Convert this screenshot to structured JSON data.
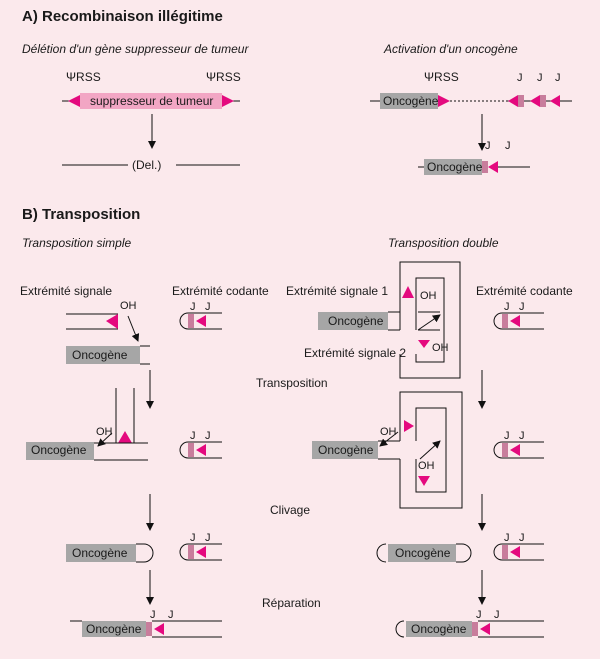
{
  "section_a": {
    "title": "A) Recombinaison illégitime",
    "left_subtitle": "Délétion d'un gène suppresseur de tumeur",
    "right_subtitle": "Activation d'un oncogène",
    "rss_label": "ΨRSS",
    "suppressor_label": "suppresseur de tumeur",
    "deletion_label": "(Del.)",
    "oncogene_label": "Oncogène",
    "j_label": "J"
  },
  "section_b": {
    "title": "B) Transposition",
    "simple_subtitle": "Transposition simple",
    "double_subtitle": "Transposition double",
    "signal_end": "Extrémité signale",
    "coding_end": "Extrémité codante",
    "signal_end_1": "Extrémité signale 1",
    "signal_end_2": "Extrémité signale 2",
    "oh_label": "OH",
    "oncogene_label": "Oncogène",
    "j_label": "J",
    "step_transposition": "Transposition",
    "step_cleavage": "Clivage",
    "step_repair": "Réparation"
  },
  "colors": {
    "background": "#fbe9ec",
    "magenta": "#e4097e",
    "pink_box": "#f2a6c4",
    "gray_box": "#a6a6a6",
    "mauve_segment": "#c87d9c"
  }
}
